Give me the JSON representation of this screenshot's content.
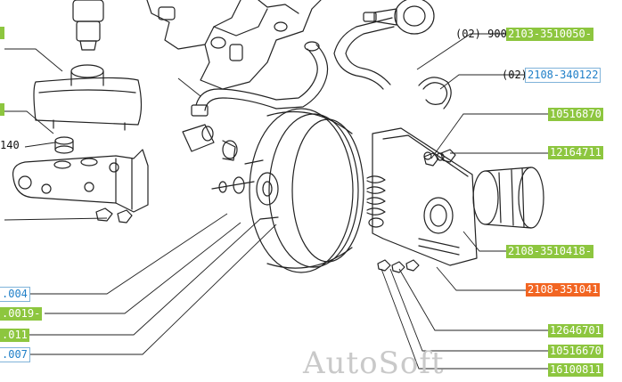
{
  "watermark": "AutoSoft",
  "callouts": {
    "upper_qty_900": "(02) 900",
    "upper_part": "2103-3510050-",
    "clamp_qty": "(02)",
    "clamp_part": "2108-340122",
    "right_1": "10516870",
    "right_2": "12164711",
    "bracket_part": "2108-3510418-",
    "booster_part": "2108-351041",
    "bottom_1": "12646701",
    "bottom_2": "10516670",
    "bottom_3": "16100811",
    "left_ref": "140",
    "left_1": ".004",
    "left_2": ".0019-",
    "left_3": ".011",
    "left_4": ".007"
  },
  "colors": {
    "label_green": "#8dc63f",
    "label_orange": "#f26522",
    "link_blue": "#1f7fc8"
  }
}
